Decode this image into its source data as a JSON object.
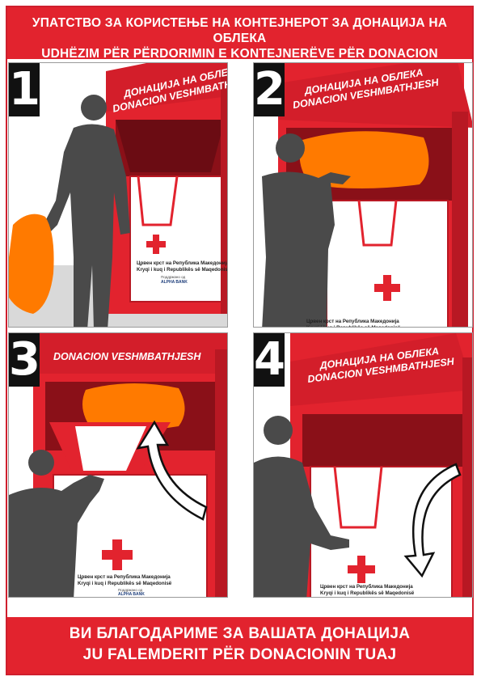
{
  "header": {
    "line1": "УПАТСТВО ЗА КОРИСТЕЊЕ НА КОНТЕЈНЕРОТ ЗА ДОНАЦИЈА НА ОБЛЕКА",
    "line2": "UDHËZIM PËR PËRDORIMIN E KONTEJNERËVE PËR DONACION VESHMBATHJESH"
  },
  "bin": {
    "title_mk": "ДОНАЦИЈА НА ОБЛЕКА",
    "title_sq": "DONACION VESHMBATHJESH",
    "org_mk": "Црвен крст на Република Македонија",
    "org_sq": "Kryqi i kuq i Republikës së Maqedonisë",
    "sponsor": "Поддржано од",
    "bank": "ALPHA BANK"
  },
  "steps": [
    {
      "number": "1"
    },
    {
      "number": "2"
    },
    {
      "number": "3"
    },
    {
      "number": "4"
    }
  ],
  "footer": {
    "line1": "ВИ БЛАГОДАРИМЕ ЗА ВАШАТА ДОНАЦИЈА",
    "line2": "JU FALEMDERIT PËR DONACIONIN TUAJ"
  },
  "colors": {
    "red": "#e2232e",
    "dark_red": "#b81823",
    "silhouette": "#4a4a4a",
    "bag": "#ff7a00"
  }
}
